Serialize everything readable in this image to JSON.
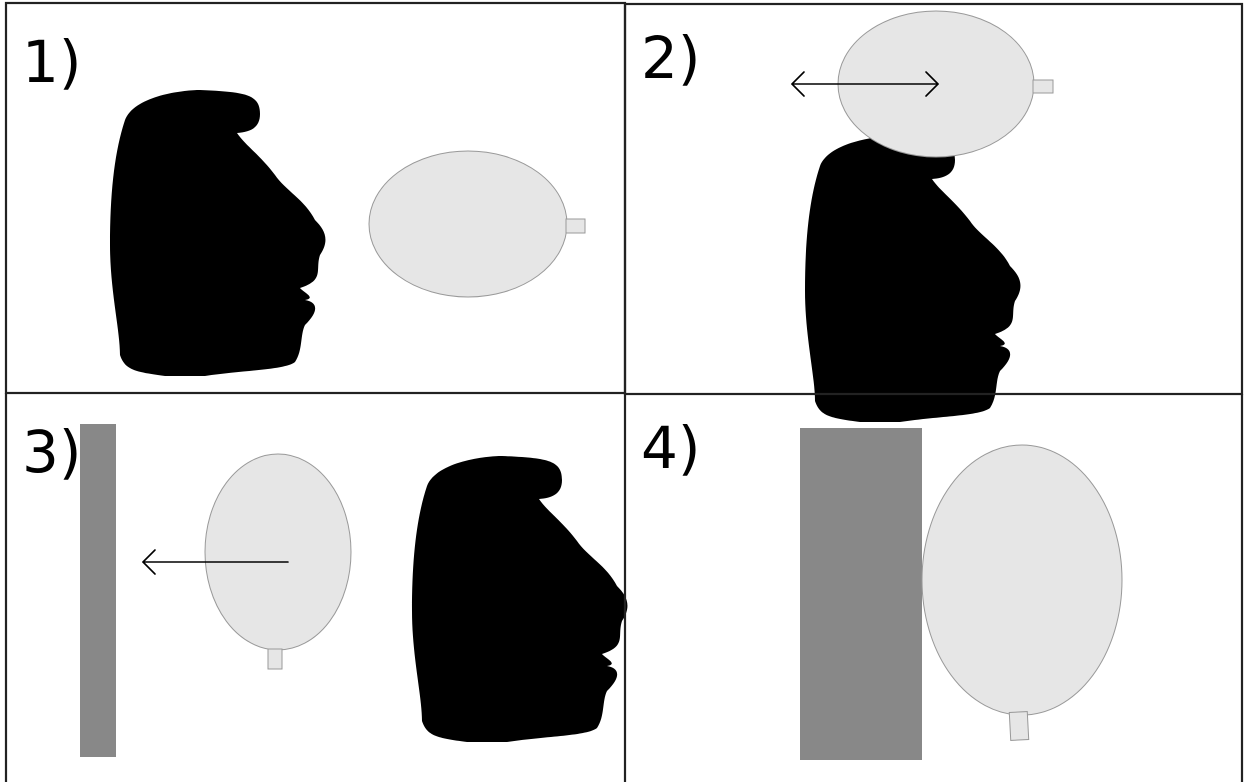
{
  "panels": [
    {
      "label": "1)"
    },
    {
      "label": "2)"
    },
    {
      "label": "3)"
    },
    {
      "label": "4)"
    }
  ],
  "colors": {
    "balloon_fill": "#e6e6e6",
    "wall_fill": "#888888",
    "outline": "#000000"
  },
  "icons": [
    "head-icon",
    "balloon-icon",
    "wall-icon",
    "double-arrow-icon",
    "left-arrow-icon"
  ]
}
